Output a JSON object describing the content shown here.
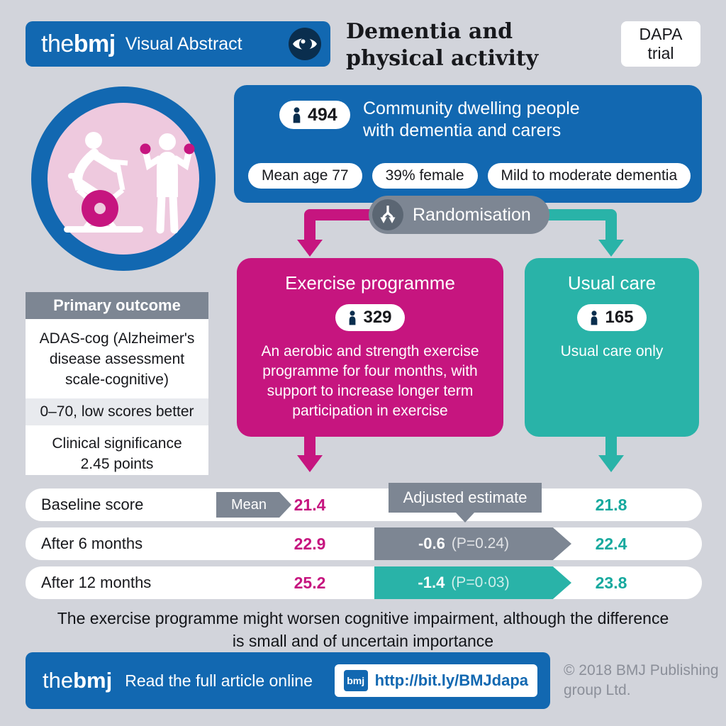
{
  "colors": {
    "bmj_blue": "#1268b1",
    "magenta": "#c6157f",
    "teal": "#29b3a8",
    "slate_gray": "#7d8693",
    "navy_icon": "#0a2e4e",
    "background": "#d2d4db"
  },
  "header": {
    "logo_the": "the",
    "logo_bmj": "bmj",
    "product": "Visual Abstract",
    "title_line1": "Dementia and",
    "title_line2": "physical activity",
    "badge_line1": "DAPA",
    "badge_line2": "trial"
  },
  "population": {
    "count": "494",
    "heading_line1": "Community dwelling people",
    "heading_line2": "with dementia and carers",
    "pills": [
      "Mean age 77",
      "39% female",
      "Mild to moderate dementia"
    ]
  },
  "randomisation_label": "Randomisation",
  "arms": {
    "exercise": {
      "title": "Exercise programme",
      "count": "329",
      "description": "An aerobic and strength exercise programme for four months, with support to increase longer term participation in exercise"
    },
    "usual_care": {
      "title": "Usual care",
      "count": "165",
      "description": "Usual care only"
    }
  },
  "primary_outcome": {
    "header": "Primary outcome",
    "scale": "ADAS-cog (Alzheimer's disease assessment scale-cognitive)",
    "range": "0–70, low scores better",
    "significance": "Clinical significance 2.45 points"
  },
  "results": {
    "mean_tag": "Mean",
    "adjusted_tag": "Adjusted estimate",
    "rows": [
      {
        "label": "Baseline score",
        "exercise": "21.4",
        "usual": "21.8",
        "estimate": "",
        "p_value": ""
      },
      {
        "label": "After 6 months",
        "exercise": "22.9",
        "usual": "22.4",
        "estimate": "-0.6",
        "p_value": "(P=0.24)"
      },
      {
        "label": "After 12 months",
        "exercise": "25.2",
        "usual": "23.8",
        "estimate": "-1.4",
        "p_value": "(P=0·03)"
      }
    ]
  },
  "conclusion_line1": "The exercise programme might worsen cognitive impairment, although the difference",
  "conclusion_line2": "is small and of uncertain importance",
  "footer": {
    "logo_the": "the",
    "logo_bmj": "bmj",
    "cta": "Read the full article online",
    "link_icon_label": "bmj",
    "url": "http://bit.ly/BMJdapa",
    "copyright_line1": "© 2018 BMJ Publishing",
    "copyright_line2": "group Ltd."
  }
}
